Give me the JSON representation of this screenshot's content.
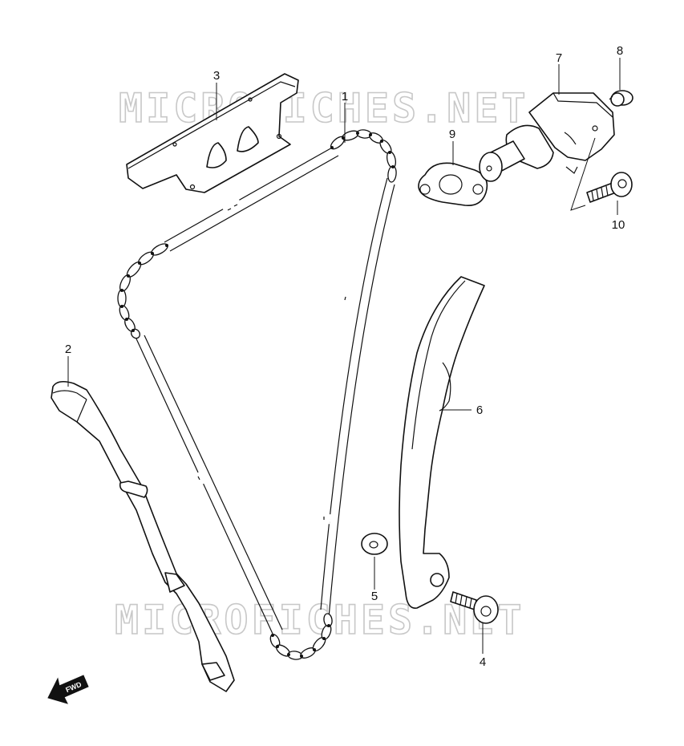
{
  "diagram": {
    "watermark": "MICROFICHES.NET",
    "callouts": [
      "1",
      "2",
      "3",
      "4",
      "5",
      "6",
      "7",
      "8",
      "9",
      "10"
    ],
    "fwd_label": "FWD"
  }
}
